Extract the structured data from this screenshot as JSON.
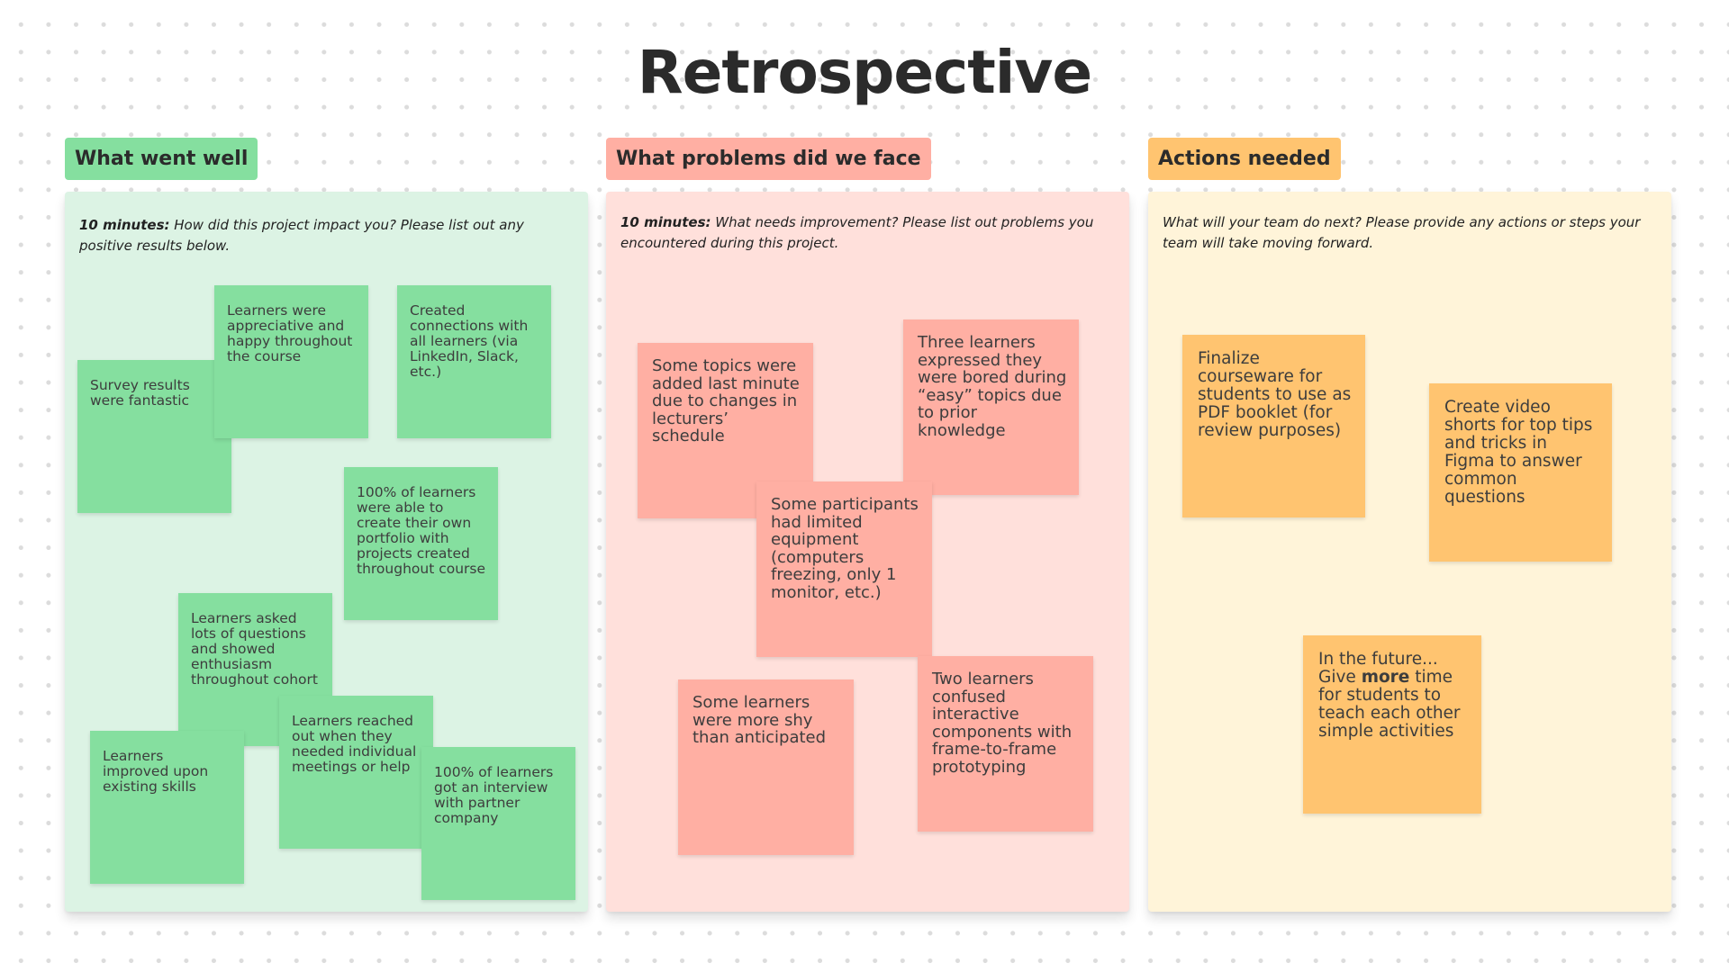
{
  "title": "Retrospective",
  "columns": {
    "well": {
      "header": "What went well",
      "header_color": "#85df9f",
      "panel_color": "#dcf3e4",
      "desc_bold": "10 minutes:",
      "desc_text": " How did this project impact you? Please list out any positive results below.",
      "notes": [
        "Survey results were fantastic",
        "Learners were appreciative and happy throughout the course",
        "Created connections with all learners (via LinkedIn, Slack, etc.)",
        "100% of learners were able to create their own portfolio with projects created throughout course",
        "Learners asked lots of questions and showed enthusiasm throughout cohort",
        "Learners improved upon existing skills",
        "Learners reached out when they needed individual meetings or help",
        "100% of learners got an interview with partner company"
      ]
    },
    "problems": {
      "header": "What problems did we face",
      "header_color": "#ffafa3",
      "panel_color": "#ffe0db",
      "desc_bold": "10 minutes:",
      "desc_text": " What needs improvement? Please list out problems you encountered during this project.",
      "notes": [
        "Some topics were added last minute due to changes in lecturers’ schedule",
        "Three learners expressed they were bored during “easy” topics due to prior knowledge",
        "Some participants had limited equipment (computers freezing, only 1 monitor, etc.)",
        "Some learners were more shy than anticipated",
        "Two learners confused interactive components with frame-to-frame prototyping"
      ]
    },
    "actions": {
      "header": "Actions needed",
      "header_color": "#ffc470",
      "panel_color": "#fff4d9",
      "desc_text": "What will your team do next? Please provide any actions or steps your team will take moving forward.",
      "notes": [
        "Finalize courseware for students to use as PDF booklet (for review purposes)",
        "Create video shorts for top tips and tricks in Figma to answer common questions"
      ],
      "future_note": {
        "line1": "In the future...",
        "pre": "Give ",
        "bold": "more",
        "post": " time for students to teach each other simple activities"
      }
    }
  }
}
